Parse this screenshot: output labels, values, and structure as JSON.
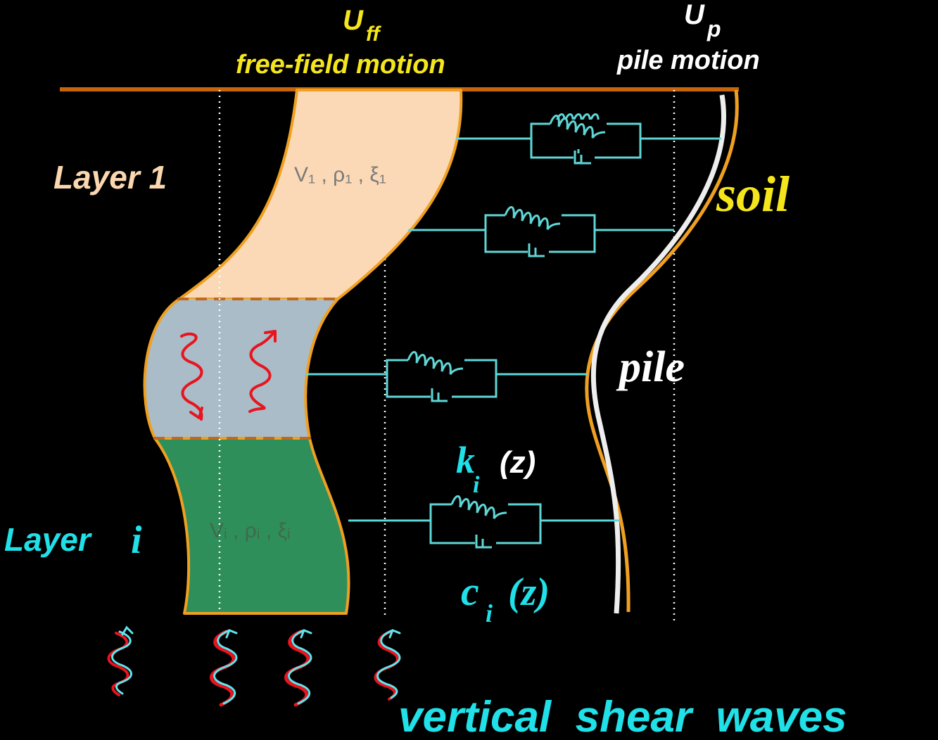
{
  "labels": {
    "uff_main": "U",
    "uff_sub": "ff",
    "uff_caption": "free-field motion",
    "up_main": "U",
    "up_sub": "p",
    "up_caption": "pile motion",
    "layer1": "Layer 1",
    "layeri_word": "Layer",
    "layeri_index": "i",
    "soil": "soil",
    "pile": "pile",
    "k_main": "k",
    "k_sub": "i",
    "k_arg": "(z)",
    "c_main": "c",
    "c_sub": "i",
    "c_arg": "(z)",
    "props1": "V₁ , ρ₁ , ξ₁",
    "propsi": "Vᵢ , ρᵢ , ξᵢ",
    "waves": "vertical  shear  waves"
  },
  "colors": {
    "background": "#000000",
    "ground_line": "#c8640a",
    "layer1_fill": "#fcd9b6",
    "middle_fill": "#a9bcc8",
    "layeri_fill": "#2f8f5a",
    "outline": "#f0a020",
    "spring": "#5fd6d6",
    "pile": "#eeeeee",
    "wave_red": "#e8141e",
    "label_yellow": "#f5e61c",
    "label_cyan": "#20e0e8",
    "label_peach": "#fbd7b0"
  },
  "springs_count": 4
}
